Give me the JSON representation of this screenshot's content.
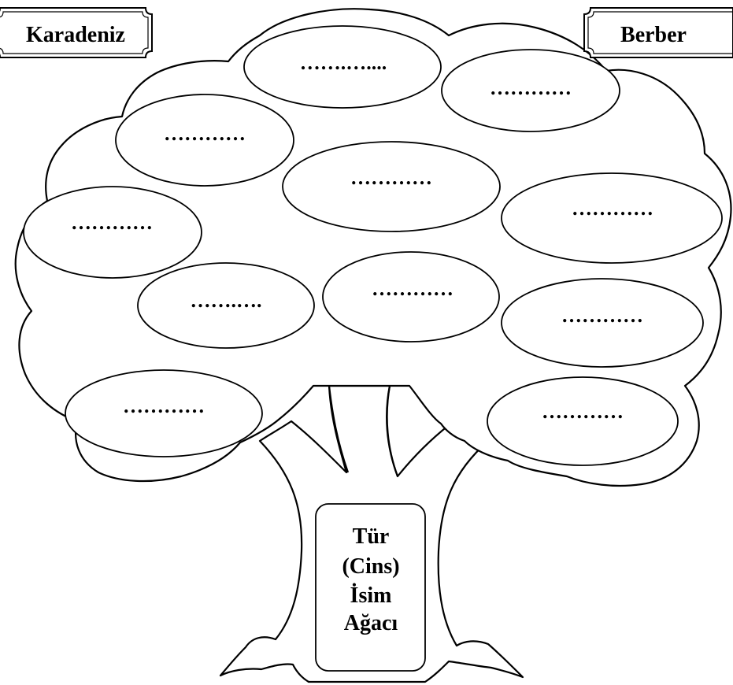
{
  "corner_labels": {
    "left": "Karadeniz",
    "right": "Berber"
  },
  "trunk_title": {
    "line1": "Tür",
    "line2": "(Cins)",
    "line3": "İsim",
    "line4": "Ağacı"
  },
  "leaves": [
    {
      "text": "…….…...."
    },
    {
      "text": "…………"
    },
    {
      "text": "…………"
    },
    {
      "text": "…………"
    },
    {
      "text": "…………"
    },
    {
      "text": "…………"
    },
    {
      "text": "…….…."
    },
    {
      "text": "…………"
    },
    {
      "text": "…………"
    },
    {
      "text": "…………"
    },
    {
      "text": "…………"
    }
  ],
  "colors": {
    "stroke": "#000000",
    "fill": "#ffffff"
  }
}
